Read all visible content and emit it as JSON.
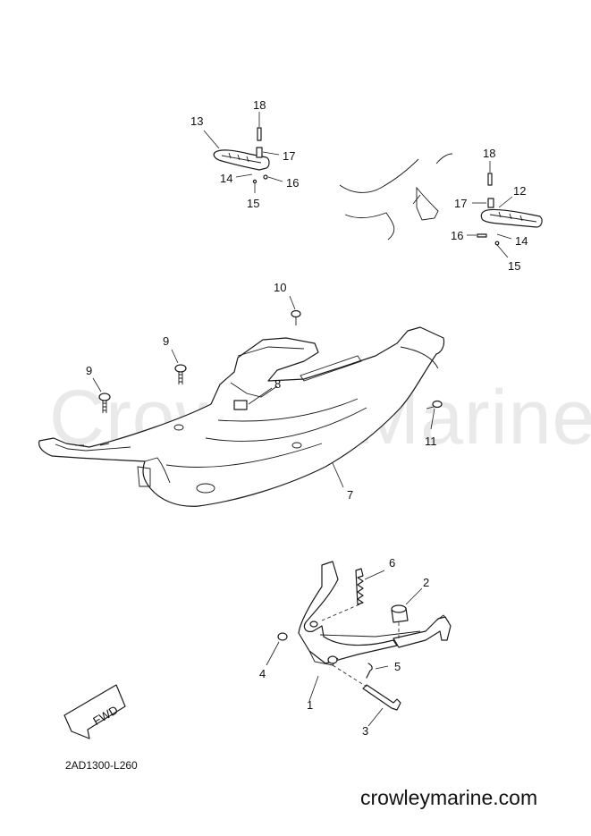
{
  "watermark": "Crowley Marine",
  "drawing_code": "2AD1300-L260",
  "site_url": "crowleymarine.com",
  "fwd_label": "FWD",
  "callouts": [
    {
      "id": "c18a",
      "text": "18"
    },
    {
      "id": "c13",
      "text": "13"
    },
    {
      "id": "c17a",
      "text": "17"
    },
    {
      "id": "c14a",
      "text": "14"
    },
    {
      "id": "c16a",
      "text": "16"
    },
    {
      "id": "c15a",
      "text": "15"
    },
    {
      "id": "c18b",
      "text": "18"
    },
    {
      "id": "c12",
      "text": "12"
    },
    {
      "id": "c17b",
      "text": "17"
    },
    {
      "id": "c16b",
      "text": "16"
    },
    {
      "id": "c14b",
      "text": "14"
    },
    {
      "id": "c15b",
      "text": "15"
    },
    {
      "id": "c10",
      "text": "10"
    },
    {
      "id": "c9a",
      "text": "9"
    },
    {
      "id": "c9b",
      "text": "9"
    },
    {
      "id": "c8",
      "text": "8"
    },
    {
      "id": "c11",
      "text": "11"
    },
    {
      "id": "c7",
      "text": "7"
    },
    {
      "id": "c6",
      "text": "6"
    },
    {
      "id": "c2",
      "text": "2"
    },
    {
      "id": "c4",
      "text": "4"
    },
    {
      "id": "c5",
      "text": "5"
    },
    {
      "id": "c1",
      "text": "1"
    },
    {
      "id": "c3",
      "text": "3"
    }
  ]
}
